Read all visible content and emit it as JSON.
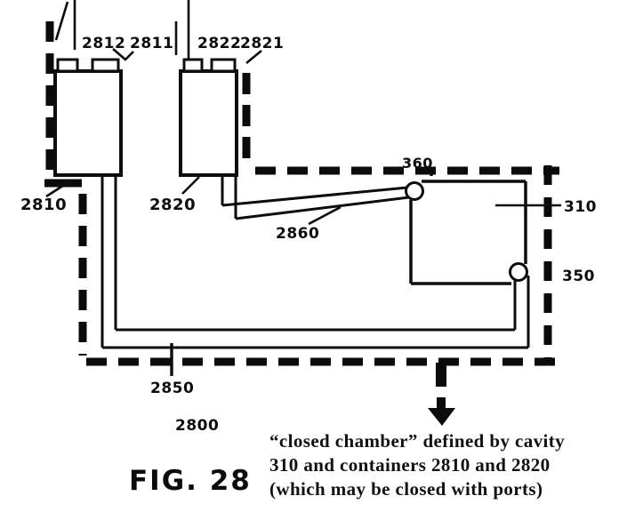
{
  "figure": {
    "title": "FIG. 28",
    "labels": {
      "port_2812": "2812",
      "port_2811": "2811",
      "port_2822": "2822",
      "port_2821": "2821",
      "container_2810": "2810",
      "container_2820": "2820",
      "tube_2860": "2860",
      "tube_2850": "2850",
      "assembly_2800": "2800",
      "port_360": "360",
      "cavity_310": "310",
      "port_350": "350"
    },
    "caption": {
      "line1": "“closed chamber” defined by cavity",
      "line2": "310 and containers 2810 and 2820",
      "line3": "(which may be closed with ports)"
    },
    "colors": {
      "ink": "#0d0d0d",
      "paper": "#ffffff"
    }
  }
}
